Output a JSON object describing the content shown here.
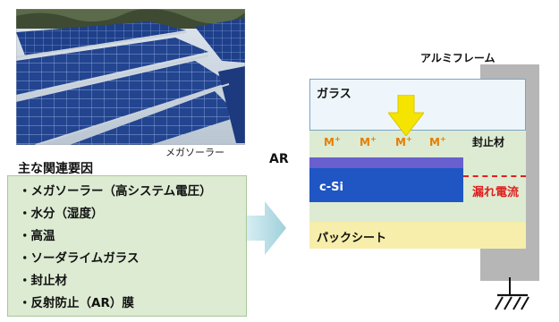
{
  "photo": {
    "caption": "メガソーラー"
  },
  "factors": {
    "title": "主な関連要因",
    "items": [
      "・メガソーラー（高システム電圧）",
      "・水分（湿度）",
      "・高温",
      "・ソーダライムガラス",
      "・封止材",
      "・反射防止（AR）膜"
    ]
  },
  "diagram": {
    "ar_label": "AR",
    "frame_label": "アルミフレーム",
    "glass_label": "ガラス",
    "ion_text": "M",
    "ion_charge": "+",
    "encapsulant_label": "封止材",
    "cell_label": "c-Si",
    "leak_label": "漏れ電流",
    "backsheet_label": "パックシート"
  },
  "colors": {
    "encapsulant": "#dcebd2",
    "glass": "#eef6fb",
    "ar_film": "#6a5fcf",
    "cell": "#1f56c4",
    "backsheet": "#f6eeaa",
    "frame": "#b6b6b6",
    "ion": "#e67e00",
    "leak": "#e02020",
    "arrow": "#f5e300"
  }
}
